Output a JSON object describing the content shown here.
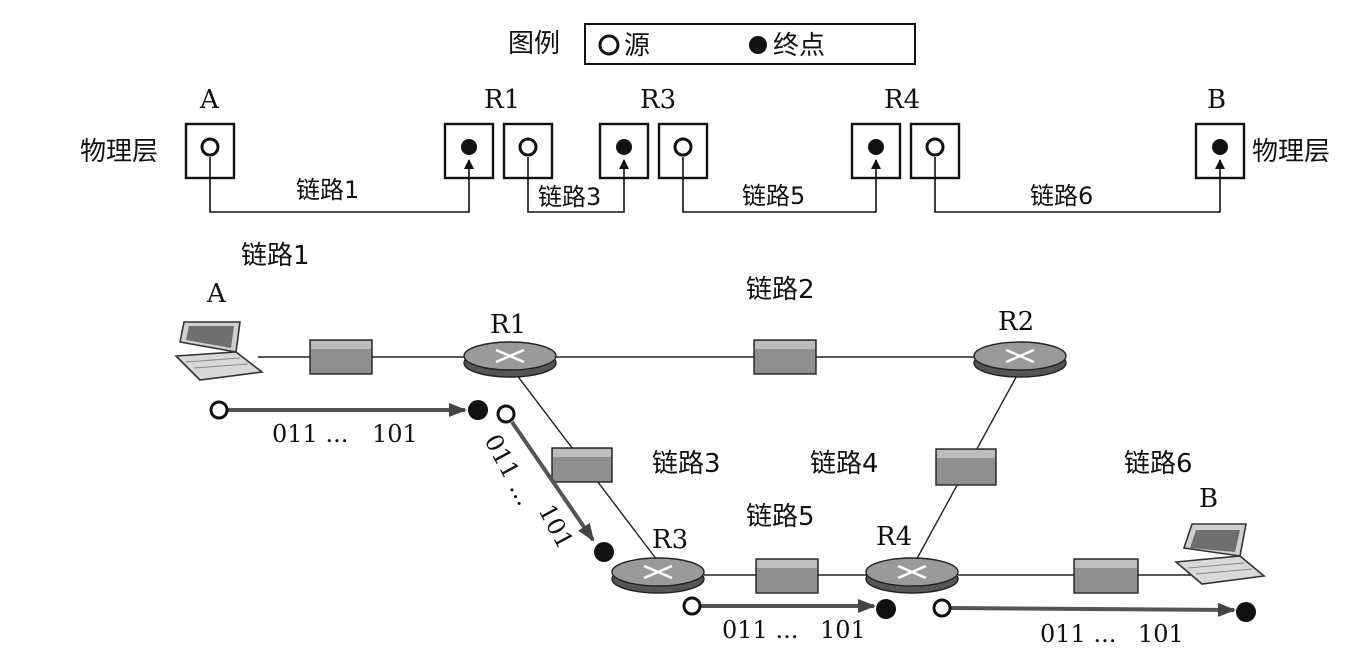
{
  "legend": {
    "title": "图例",
    "source": "源",
    "destination": "终点"
  },
  "top": {
    "left_end": "A",
    "right_end": "B",
    "routers": [
      "R1",
      "R3",
      "R4"
    ],
    "physical_layer": "物理层",
    "links": [
      "链路1",
      "链路3",
      "链路5",
      "链路6"
    ]
  },
  "network": {
    "title": "链路1",
    "hosts": [
      "A",
      "B"
    ],
    "routers": [
      "R1",
      "R2",
      "R3",
      "R4"
    ],
    "links": [
      "链路2",
      "链路3",
      "链路4",
      "链路5",
      "链路6"
    ],
    "bits_start": "011 ...",
    "bits_end": "101"
  }
}
